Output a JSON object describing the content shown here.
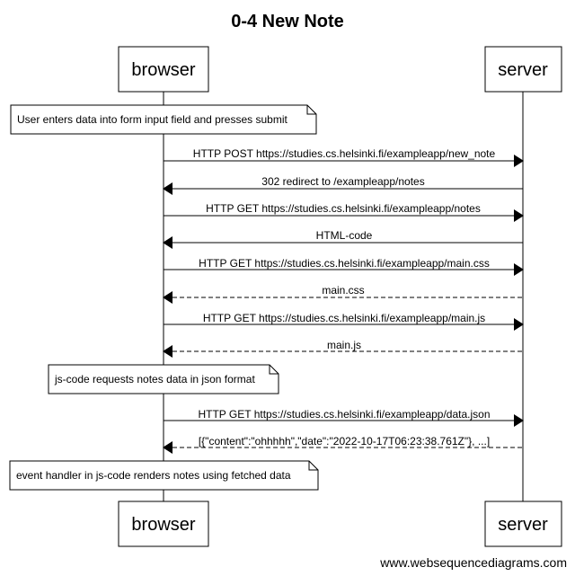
{
  "title": "0-4 New Note",
  "participants": {
    "browser": "browser",
    "server": "server"
  },
  "notes": [
    "User enters data into form input field and presses submit",
    "js-code requests notes data in json format",
    "event handler in js-code renders notes using fetched data"
  ],
  "messages": [
    {
      "from": "browser",
      "to": "server",
      "label": "HTTP POST https://studies.cs.helsinki.fi/exampleapp/new_note",
      "style": "solid"
    },
    {
      "from": "server",
      "to": "browser",
      "label": "302 redirect to /exampleapp/notes",
      "style": "solid"
    },
    {
      "from": "browser",
      "to": "server",
      "label": "HTTP GET https://studies.cs.helsinki.fi/exampleapp/notes",
      "style": "solid"
    },
    {
      "from": "server",
      "to": "browser",
      "label": "HTML-code",
      "style": "solid"
    },
    {
      "from": "browser",
      "to": "server",
      "label": "HTTP GET https://studies.cs.helsinki.fi/exampleapp/main.css",
      "style": "solid"
    },
    {
      "from": "server",
      "to": "browser",
      "label": "main.css",
      "style": "dashed"
    },
    {
      "from": "browser",
      "to": "server",
      "label": "HTTP GET https://studies.cs.helsinki.fi/exampleapp/main.js",
      "style": "solid"
    },
    {
      "from": "server",
      "to": "browser",
      "label": "main.js",
      "style": "dashed"
    },
    {
      "from": "browser",
      "to": "server",
      "label": "HTTP GET https://studies.cs.helsinki.fi/exampleapp/data.json",
      "style": "solid"
    },
    {
      "from": "server",
      "to": "browser",
      "label": "[{\"content\":\"ohhhhh\",\"date\":\"2022-10-17T06:23:38.761Z\"}, ...]",
      "style": "dashed"
    }
  ],
  "footer": "www.websequencediagrams.com"
}
